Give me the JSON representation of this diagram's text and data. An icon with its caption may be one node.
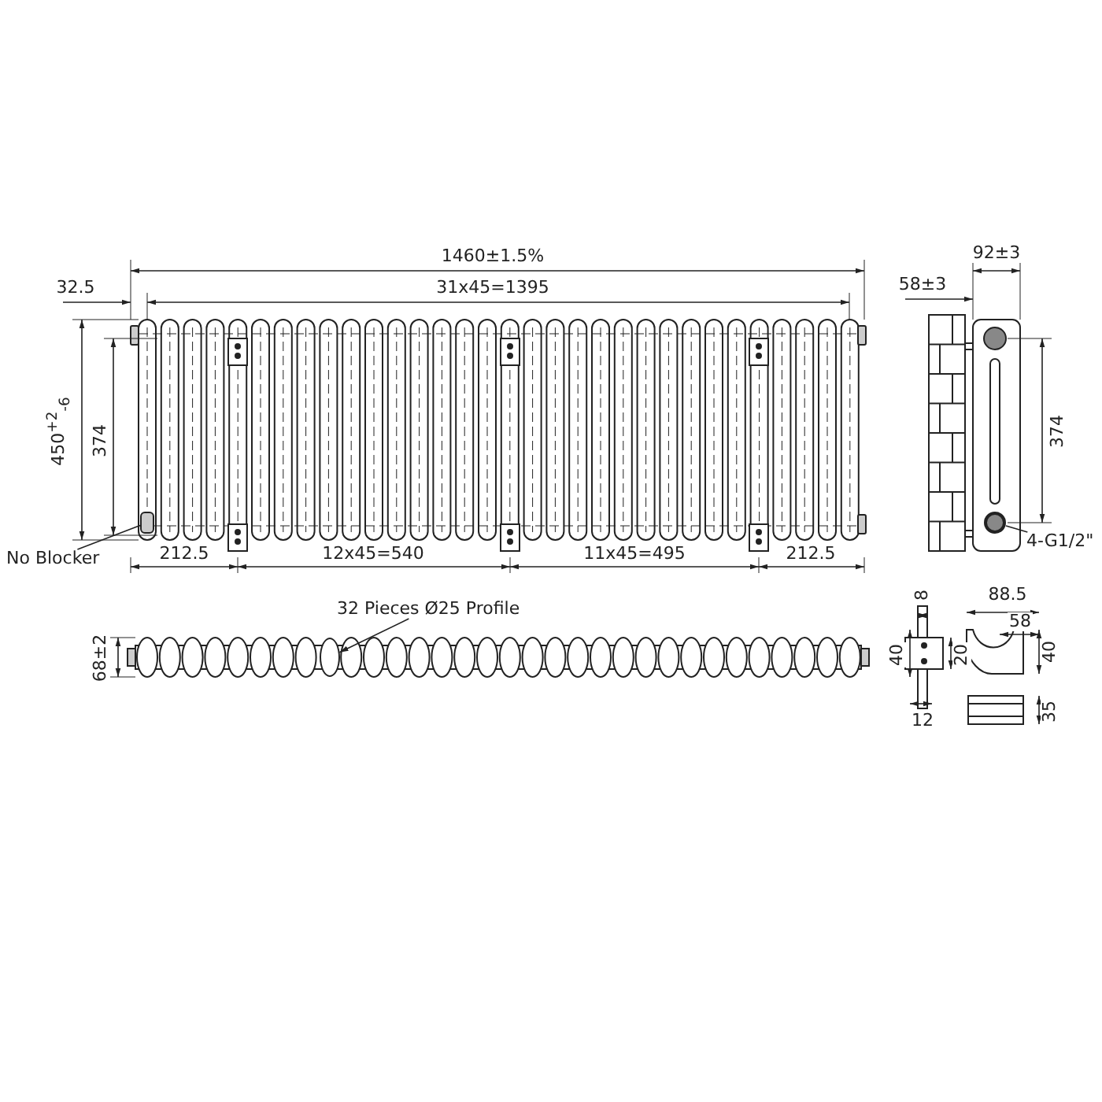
{
  "diagram": {
    "nodes": [
      {
        "text": [
          "No Blocker"
        ]
      },
      {
        "text": [],
        "shape": "box"
      },
      {
        "text": [
          "4-G1/2\""
        ]
      },
      {
        "text": [],
        "shape": "circle"
      },
      {
        "text": [
          "32 Pieces Ø25 Profile"
        ]
      },
      {
        "text": [],
        "shape": "bar"
      }
    ],
    "edges": [
      {
        "from": 0,
        "to": 1,
        "arrow": "none"
      },
      {
        "from": 2,
        "to": 3,
        "arrow": "none"
      },
      {
        "from": 4,
        "to": 5,
        "arrow": "to"
      }
    ],
    "labels": [
      "1460±1.5%",
      "32.5",
      "31x45=1395",
      "450$^{+2}$$_{-6}$",
      "374",
      "212.5",
      "12x45=540",
      "11x45=495",
      "212.5",
      "92±3",
      "58±3",
      "374",
      "68±2",
      "8",
      "88.5",
      "58",
      "40",
      "20",
      "40",
      "12",
      "35"
    ]
  }
}
